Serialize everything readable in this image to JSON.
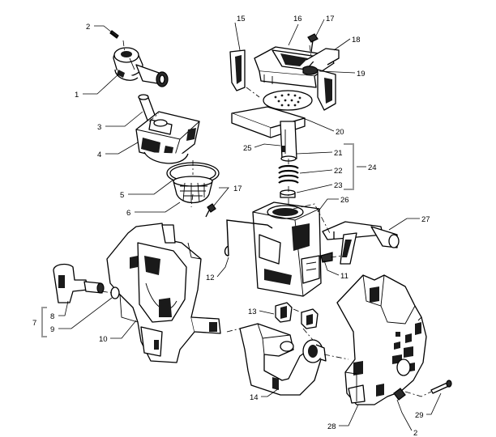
{
  "callouts": {
    "c1": "1",
    "c2a": "2",
    "c2b": "2",
    "c3": "3",
    "c4": "4",
    "c5": "5",
    "c6": "6",
    "c7": "7",
    "c8": "8",
    "c9": "9",
    "c10": "10",
    "c11": "11",
    "c12": "12",
    "c13": "13",
    "c14": "14",
    "c15": "15",
    "c16": "16",
    "c17a": "17",
    "c17b": "17",
    "c18": "18",
    "c19": "19",
    "c20": "20",
    "c21": "21",
    "c22": "22",
    "c23": "23",
    "c24": "24",
    "c25": "25",
    "c26": "26",
    "c27": "27",
    "c28": "28",
    "c29": "29"
  }
}
